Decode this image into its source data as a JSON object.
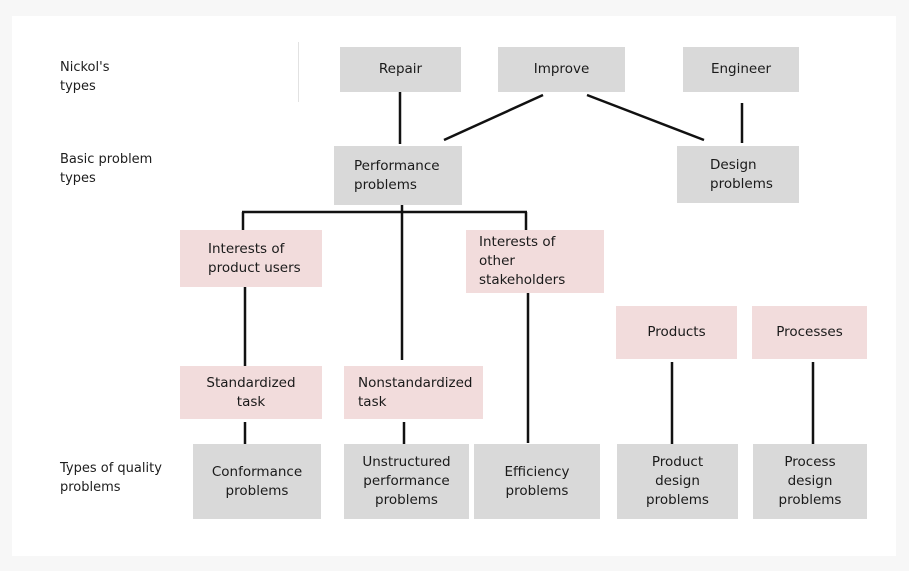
{
  "row_labels": {
    "nickol": "Nickol's\ntypes",
    "basic": "Basic problem\ntypes",
    "quality": "Types of quality\nproblems"
  },
  "nodes": {
    "repair": "Repair",
    "improve": "Improve",
    "engineer": "Engineer",
    "performance": "Performance\nproblems",
    "design": "Design\nproblems",
    "interests_users": "Interests of\nproduct users",
    "interests_stakeholders": "Interests of other\nstakeholders",
    "products": "Products",
    "processes": "Processes",
    "standardized": "Standardized task",
    "nonstandardized": "Nonstandardized\ntask",
    "conformance": "Conformance\nproblems",
    "unstructured": "Unstructured\nperformance\nproblems",
    "efficiency": "Efficiency\nproblems",
    "product_design": "Product\ndesign\nproblems",
    "process_design": "Process\ndesign\nproblems"
  },
  "colors": {
    "gray_box": "#d9d9d9",
    "pink_box": "#f2dcdc",
    "connector": "#111111"
  }
}
